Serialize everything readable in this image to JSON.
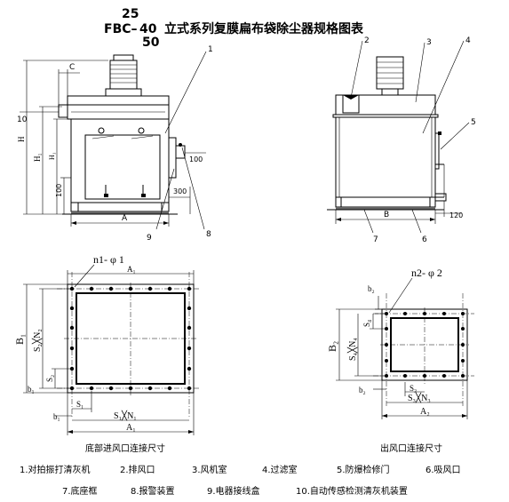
{
  "title": {
    "model": "FBC–",
    "sizes": [
      "25",
      "40",
      "50"
    ],
    "text": "立式系列复膜扁布袋除尘器规格图表"
  },
  "front_view": {
    "dims": {
      "A": "A",
      "H": "H",
      "H1": "H₁",
      "C": "C",
      "d100_left": "100",
      "d100_right": "100",
      "d300": "300"
    },
    "callouts": {
      "c10": "10",
      "c9": "9",
      "c8": "8",
      "c1": "1"
    }
  },
  "side_view": {
    "dims": {
      "B": "B",
      "d120": "120"
    },
    "callouts": {
      "c2": "2",
      "c3": "3",
      "c4": "4",
      "c5": "5",
      "c7": "7",
      "c6": "6"
    }
  },
  "inlet_view": {
    "dims": {
      "n1": "n1- φ 1",
      "B1": "B₁",
      "S2N2": "S₂╳N₂",
      "S2": "S₂",
      "b1_left": "b₁",
      "b1_bottom": "b₁",
      "S1": "S₁",
      "S1N1": "S₁╳N₁",
      "A1": "A₁",
      "A1_top": "A₁"
    },
    "caption": "底部进风口连接尺寸"
  },
  "outlet_view": {
    "dims": {
      "n2": "n2- φ 2",
      "b2_top": "b₂",
      "S4": "S₄",
      "B2": "B₂",
      "S4N4": "S₄╳N₄",
      "b2_bottom": "b₂",
      "S3": "S₃",
      "S3N3": "S₃╳N₃",
      "A2": "A₂"
    },
    "caption": "出风口连接尺寸"
  },
  "legend": [
    {
      "id": "1",
      "text": "1.对拍振打清灰机"
    },
    {
      "id": "2",
      "text": "2.排风口"
    },
    {
      "id": "3",
      "text": "3.风机室"
    },
    {
      "id": "4",
      "text": "4.过滤室"
    },
    {
      "id": "5",
      "text": "5.防爆检修门"
    },
    {
      "id": "6",
      "text": "6.吸风口"
    },
    {
      "id": "7",
      "text": "7.底座框"
    },
    {
      "id": "8",
      "text": "8.报警装置"
    },
    {
      "id": "9",
      "text": "9.电器接线盒"
    },
    {
      "id": "10",
      "text": "10.自动传感检测清灰机装置"
    }
  ],
  "colors": {
    "line": "#000000",
    "background": "#ffffff"
  }
}
